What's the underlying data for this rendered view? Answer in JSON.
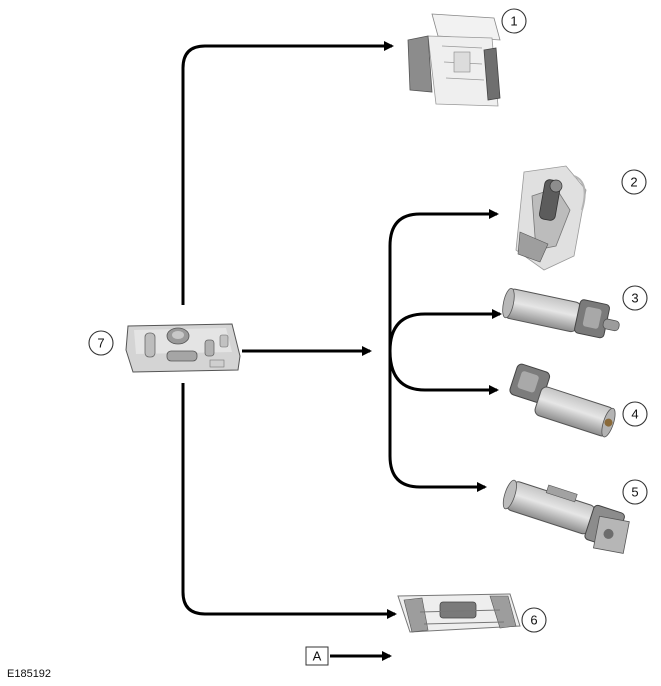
{
  "callouts": {
    "c1": "1",
    "c2": "2",
    "c3": "3",
    "c4": "4",
    "c5": "5",
    "c6": "6",
    "c7": "7"
  },
  "legend": {
    "label": "A"
  },
  "reference_code": "E185192",
  "colors": {
    "arrow": "#000000",
    "part_fill": "#d9d9d9",
    "part_shadow": "#9a9a9a"
  }
}
